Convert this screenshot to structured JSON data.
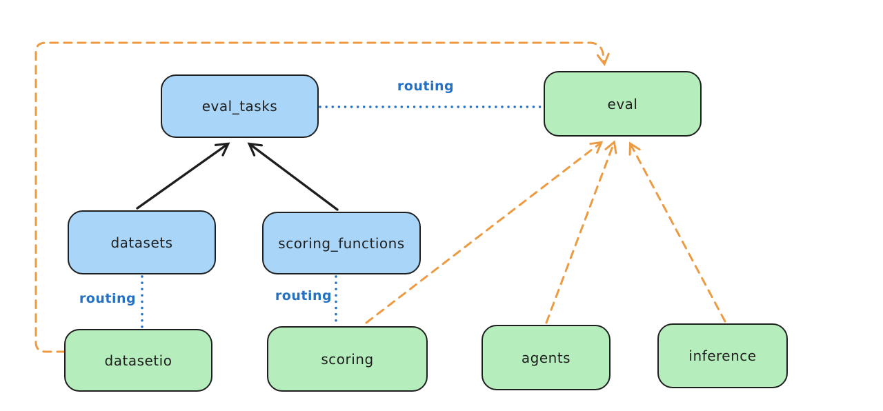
{
  "diagram": {
    "nodes": {
      "eval_tasks": {
        "label": "eval_tasks"
      },
      "eval": {
        "label": "eval"
      },
      "datasets": {
        "label": "datasets"
      },
      "scoring_functions": {
        "label": "scoring_functions"
      },
      "datasetio": {
        "label": "datasetio"
      },
      "scoring": {
        "label": "scoring"
      },
      "agents": {
        "label": "agents"
      },
      "inference": {
        "label": "inference"
      }
    },
    "edge_labels": {
      "routing_eval_tasks_to_eval": "routing",
      "routing_datasets_to_datasetio": "routing",
      "routing_scoring_functions_to_scoring": "routing"
    },
    "colors": {
      "api_node_fill": "#a9d6f8",
      "provider_node_fill": "#b6edbc",
      "node_border": "#1e1e1e",
      "routing_line": "#2471c4",
      "dashed_arrow": "#ec9b42",
      "solid_arrow": "#1e1e1e",
      "background": "#ffffff"
    }
  }
}
